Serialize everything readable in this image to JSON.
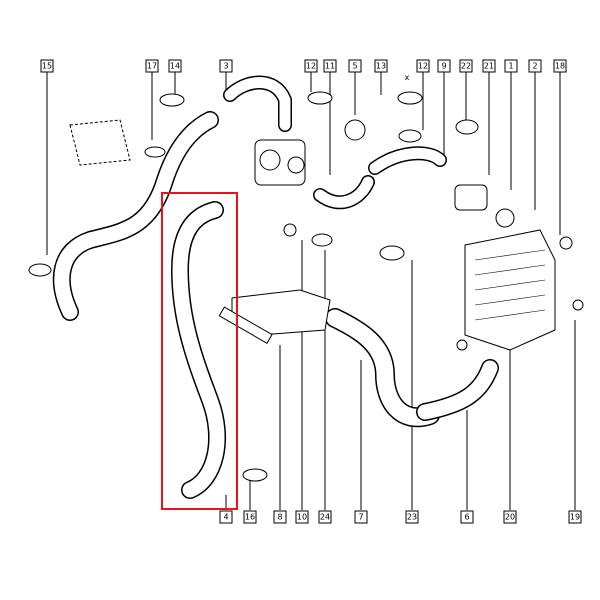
{
  "diagram": {
    "top_labels": [
      "15",
      "17",
      "14",
      "3",
      "12",
      "11",
      "5",
      "13",
      "12",
      "9",
      "22",
      "21",
      "1",
      "2",
      "18"
    ],
    "bottom_labels": [
      "4",
      "16",
      "8",
      "10",
      "24",
      "7",
      "23",
      "6",
      "20",
      "19"
    ],
    "dimension_marker": "x",
    "highlight_color": "#e8141c",
    "highlighted_part": "4"
  }
}
